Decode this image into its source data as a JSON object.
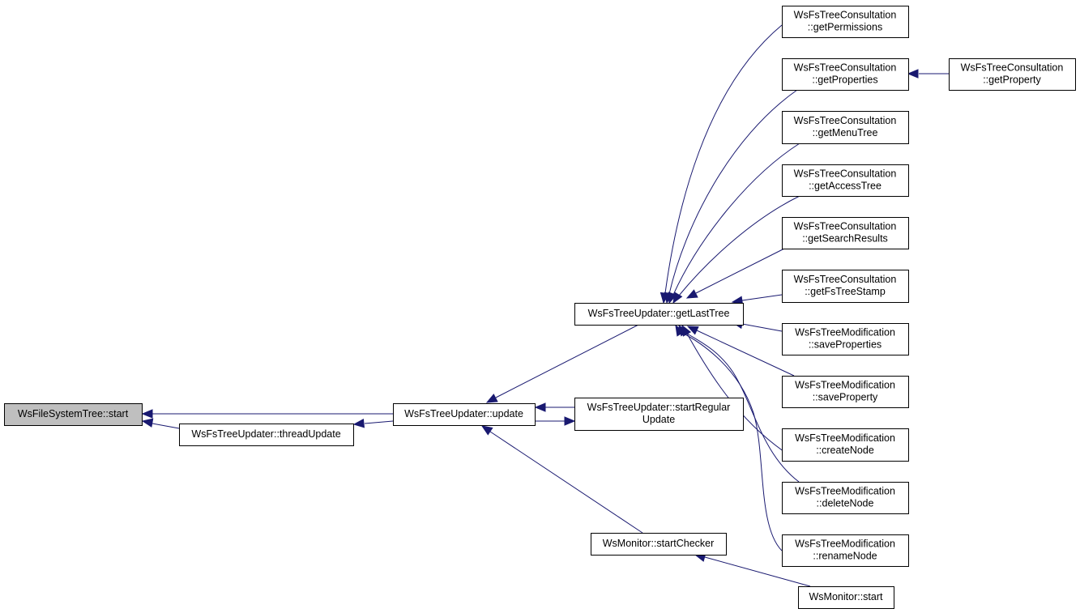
{
  "graph": {
    "nodes": [
      {
        "id": "fs_start",
        "lines": [
          "WsFileSystemTree::start"
        ],
        "highlight": true
      },
      {
        "id": "threadUpdate",
        "lines": [
          "WsFsTreeUpdater::threadUpdate"
        ]
      },
      {
        "id": "update",
        "lines": [
          "WsFsTreeUpdater::update"
        ]
      },
      {
        "id": "getLastTree",
        "lines": [
          "WsFsTreeUpdater::getLastTree"
        ]
      },
      {
        "id": "startRegularUpdate",
        "lines": [
          "WsFsTreeUpdater::startRegular",
          "Update"
        ]
      },
      {
        "id": "startChecker",
        "lines": [
          "WsMonitor::startChecker"
        ]
      },
      {
        "id": "mon_start",
        "lines": [
          "WsMonitor::start"
        ]
      },
      {
        "id": "getPermissions",
        "lines": [
          "WsFsTreeConsultation",
          "::getPermissions"
        ]
      },
      {
        "id": "getProperties",
        "lines": [
          "WsFsTreeConsultation",
          "::getProperties"
        ]
      },
      {
        "id": "getProperty",
        "lines": [
          "WsFsTreeConsultation",
          "::getProperty"
        ]
      },
      {
        "id": "getMenuTree",
        "lines": [
          "WsFsTreeConsultation",
          "::getMenuTree"
        ]
      },
      {
        "id": "getAccessTree",
        "lines": [
          "WsFsTreeConsultation",
          "::getAccessTree"
        ]
      },
      {
        "id": "getSearchResults",
        "lines": [
          "WsFsTreeConsultation",
          "::getSearchResults"
        ]
      },
      {
        "id": "getFsTreeStamp",
        "lines": [
          "WsFsTreeConsultation",
          "::getFsTreeStamp"
        ]
      },
      {
        "id": "saveProperties",
        "lines": [
          "WsFsTreeModification",
          "::saveProperties"
        ]
      },
      {
        "id": "saveProperty",
        "lines": [
          "WsFsTreeModification",
          "::saveProperty"
        ]
      },
      {
        "id": "createNode",
        "lines": [
          "WsFsTreeModification",
          "::createNode"
        ]
      },
      {
        "id": "deleteNode",
        "lines": [
          "WsFsTreeModification",
          "::deleteNode"
        ]
      },
      {
        "id": "renameNode",
        "lines": [
          "WsFsTreeModification",
          "::renameNode"
        ]
      }
    ],
    "edges": [
      {
        "from": "update",
        "to": "fs_start"
      },
      {
        "from": "threadUpdate",
        "to": "fs_start"
      },
      {
        "from": "update",
        "to": "threadUpdate"
      },
      {
        "from": "getLastTree",
        "to": "update"
      },
      {
        "from": "startRegularUpdate",
        "to": "update"
      },
      {
        "from": "update",
        "to": "startRegularUpdate"
      },
      {
        "from": "startChecker",
        "to": "update"
      },
      {
        "from": "mon_start",
        "to": "startChecker"
      },
      {
        "from": "getPermissions",
        "to": "getLastTree"
      },
      {
        "from": "getProperties",
        "to": "getLastTree"
      },
      {
        "from": "getProperty",
        "to": "getProperties"
      },
      {
        "from": "getMenuTree",
        "to": "getLastTree"
      },
      {
        "from": "getAccessTree",
        "to": "getLastTree"
      },
      {
        "from": "getSearchResults",
        "to": "getLastTree"
      },
      {
        "from": "getFsTreeStamp",
        "to": "getLastTree"
      },
      {
        "from": "saveProperties",
        "to": "getLastTree"
      },
      {
        "from": "saveProperty",
        "to": "getLastTree"
      },
      {
        "from": "createNode",
        "to": "getLastTree"
      },
      {
        "from": "deleteNode",
        "to": "getLastTree"
      },
      {
        "from": "renameNode",
        "to": "getLastTree"
      }
    ]
  }
}
